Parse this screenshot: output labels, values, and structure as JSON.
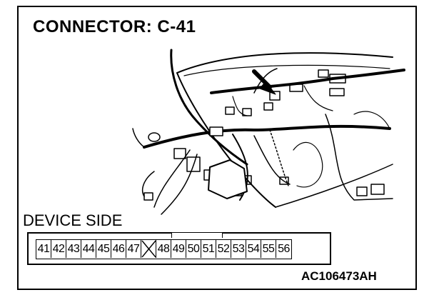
{
  "title": "CONNECTOR: C-41",
  "device_side_label": "DEVICE SIDE",
  "figure_code": "AC106473AH",
  "connector": {
    "pins": [
      "41",
      "42",
      "43",
      "44",
      "45",
      "46",
      "47",
      "",
      "48",
      "49",
      "50",
      "51",
      "52",
      "53",
      "54",
      "55",
      "56"
    ]
  },
  "colors": {
    "line": "#000000",
    "background": "#ffffff"
  }
}
